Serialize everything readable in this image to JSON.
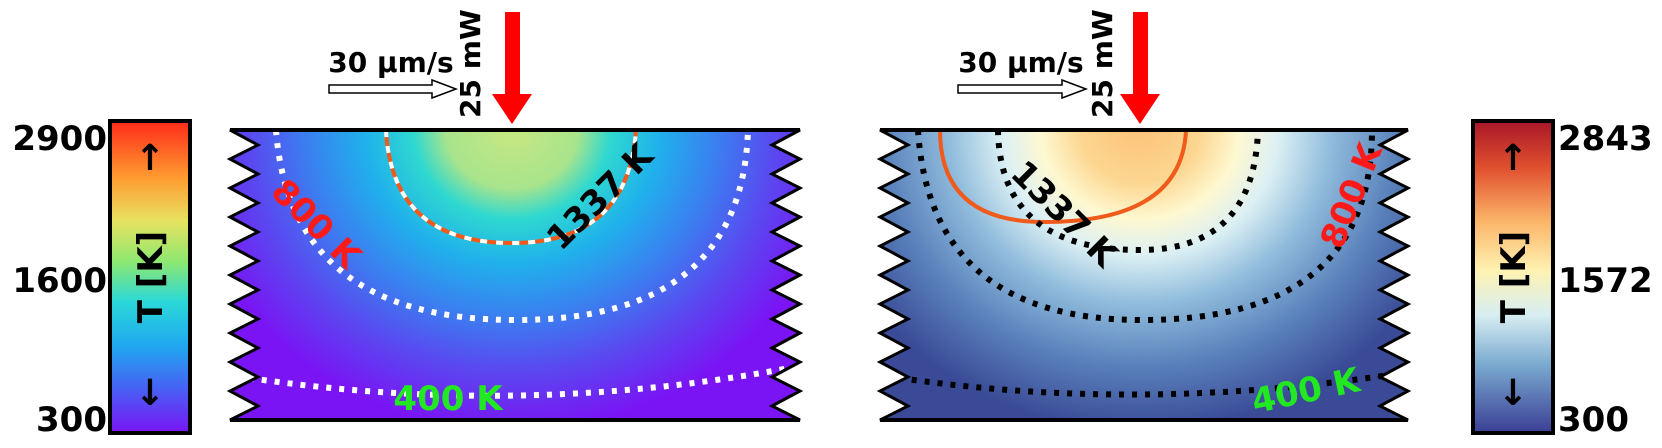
{
  "left_panel": {
    "speed_label": "30 μm/s",
    "power_label": "25 mW",
    "contours": [
      {
        "label": "800 K",
        "color": "#ff1a1a"
      },
      {
        "label": "1337 K",
        "color": "#000000"
      },
      {
        "label": "400 K",
        "color": "#22e822"
      }
    ],
    "colorbar": {
      "max": "2900",
      "mid": "1600",
      "min": "300",
      "label": "T [K]",
      "up_arrow": "↑",
      "down_arrow": "↓"
    }
  },
  "right_panel": {
    "speed_label": "30 μm/s",
    "power_label": "25 mW",
    "contours": [
      {
        "label": "1337 K",
        "color": "#000000"
      },
      {
        "label": "800 K",
        "color": "#ff1a1a"
      },
      {
        "label": "400 K",
        "color": "#22e822"
      }
    ],
    "colorbar": {
      "max": "2843",
      "mid": "1572",
      "min": "300",
      "label": "T [K]",
      "up_arrow": "↑",
      "down_arrow": "↓"
    }
  },
  "colors": {
    "beam": "#ff0000",
    "left_colormap": "rainbow",
    "right_colormap": "RdYlBu_r"
  }
}
